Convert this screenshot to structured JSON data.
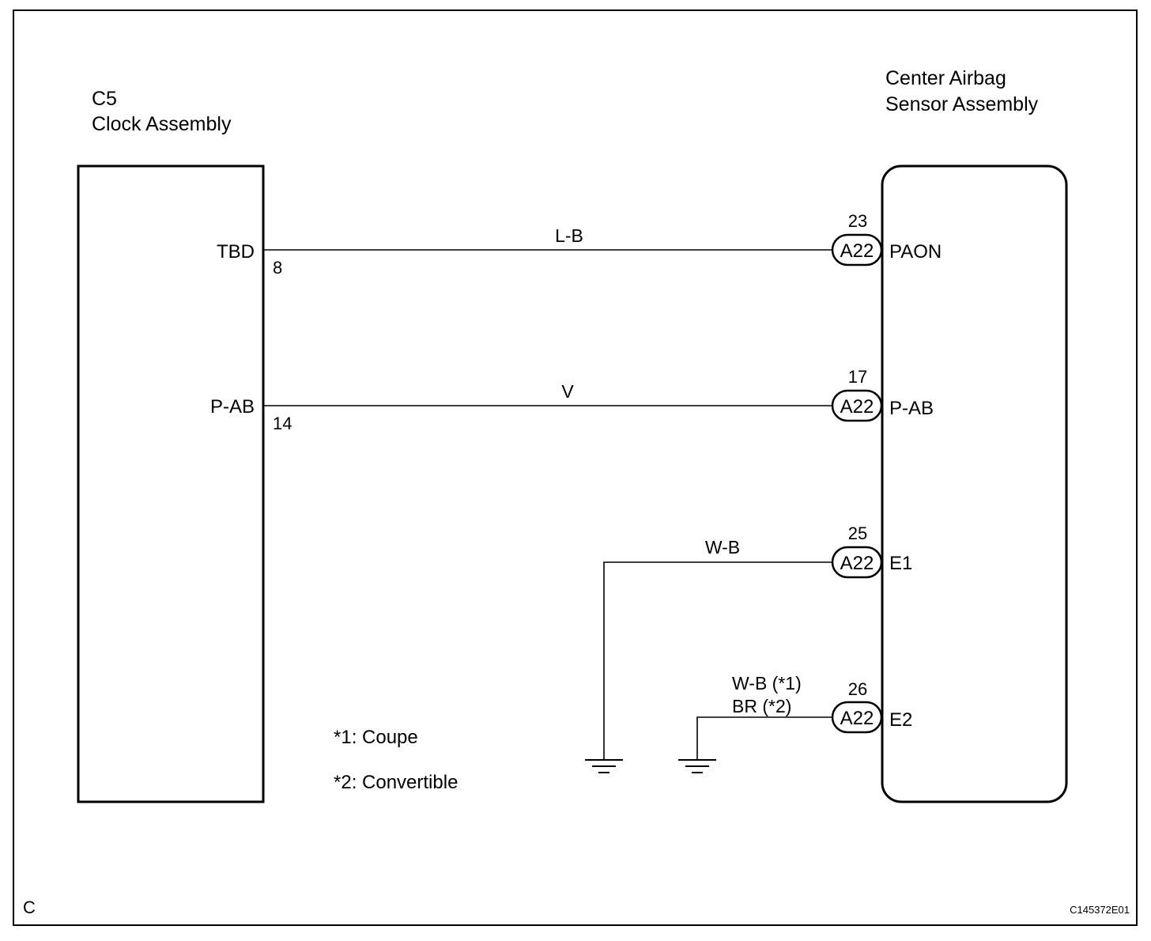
{
  "left_component": {
    "code": "C5",
    "name": "Clock Assembly",
    "pins": [
      {
        "label": "TBD",
        "number": "8"
      },
      {
        "label": "P-AB",
        "number": "14"
      }
    ]
  },
  "right_component": {
    "name_line1": "Center Airbag",
    "name_line2": "Sensor Assembly",
    "pins": [
      {
        "connector": "A22",
        "number": "23",
        "label": "PAON"
      },
      {
        "connector": "A22",
        "number": "17",
        "label": "P-AB"
      },
      {
        "connector": "A22",
        "number": "25",
        "label": "E1"
      },
      {
        "connector": "A22",
        "number": "26",
        "label": "E2"
      }
    ]
  },
  "wires": [
    {
      "color": "L-B"
    },
    {
      "color": "V"
    },
    {
      "color": "W-B"
    },
    {
      "color_line1": "W-B (*1)",
      "color_line2": "BR (*2)"
    }
  ],
  "notes": [
    "*1: Coupe",
    "*2: Convertible"
  ],
  "corner_letter": "C",
  "figure_id": "C145372E01"
}
